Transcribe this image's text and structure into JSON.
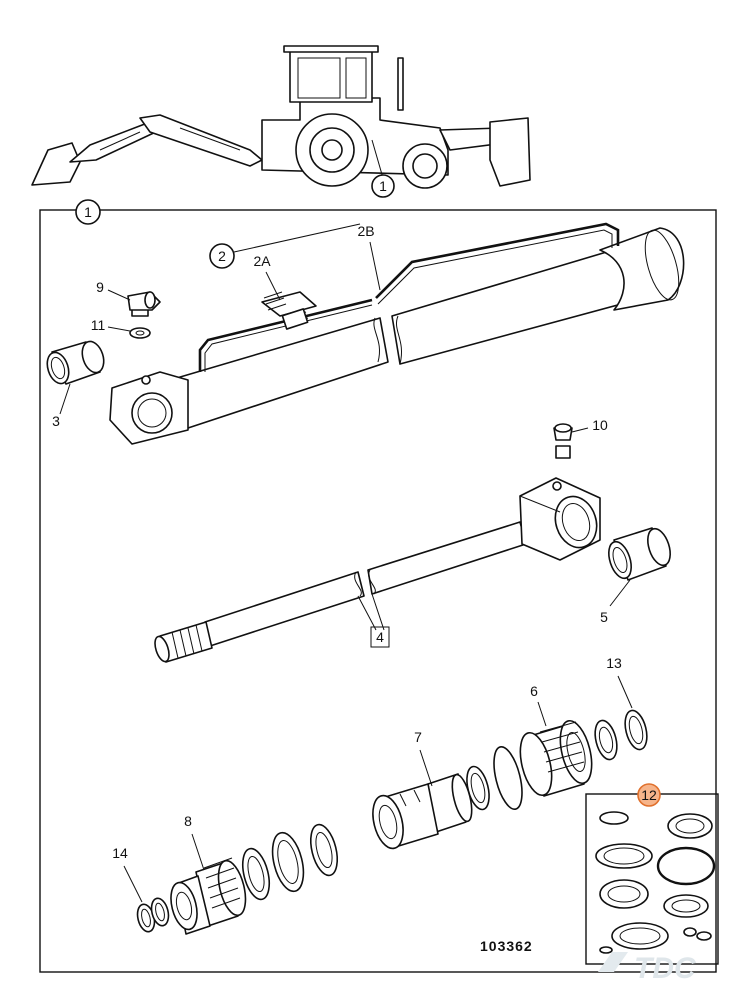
{
  "labels": {
    "assembly_top": "1",
    "assembly_frame": "1",
    "pipe": "2",
    "pipe_a": "2A",
    "pipe_b": "2B",
    "bush_3": "3",
    "rod": "4",
    "bush_5": "5",
    "piston": "6",
    "gland": "7",
    "nut": "8",
    "grease_9": "9",
    "grease_10": "10",
    "washer_11": "11",
    "seal_kit": "12",
    "ring_13": "13",
    "ring_14": "14"
  },
  "drawing_code": "103362",
  "watermark": "TDC",
  "colors": {
    "highlight_fill": "#f6b48a",
    "highlight_stroke": "#e0702c",
    "ink": "#111111"
  }
}
